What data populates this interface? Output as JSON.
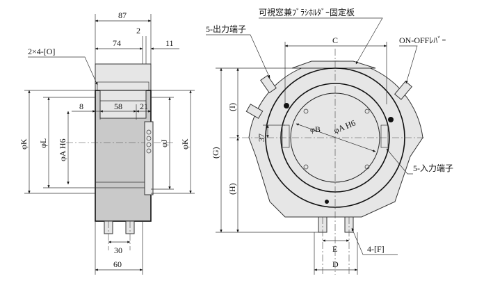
{
  "side_view": {
    "dim_87": "87",
    "dim_74": "74",
    "dim_2": "2",
    "dim_11": "11",
    "dim_2x4": "2×4-[O]",
    "dim_8": "8",
    "dim_58": "58",
    "dim_21": "21",
    "dim_phiK_left": "φK",
    "dim_phiL": "φL",
    "dim_phiA_h6": "φA H6",
    "dim_phiJ": "φJ",
    "dim_phiK_right": "φK",
    "dim_30": "30",
    "dim_60": "60"
  },
  "front_view": {
    "label_window": "可視窓兼ﾌﾞﾗｼﾎﾙﾀﾞｰ固定板",
    "label_output": "5-出力端子",
    "label_onoff": "ON-OFFﾚﾊﾞｰ",
    "label_input": "5-入力端子",
    "label_F": "4-[F]",
    "dim_C": "C",
    "dim_I": "(I)",
    "dim_G": "(G)",
    "dim_H": "(H)",
    "dim_37": "37",
    "dim_phiB": "φB",
    "dim_phiA_h6": "φA H6",
    "dim_E": "E",
    "dim_D": "D"
  },
  "colors": {
    "line": "#222222",
    "fill_body": "#c9c9c9",
    "fill_light": "#e6e6e6"
  }
}
